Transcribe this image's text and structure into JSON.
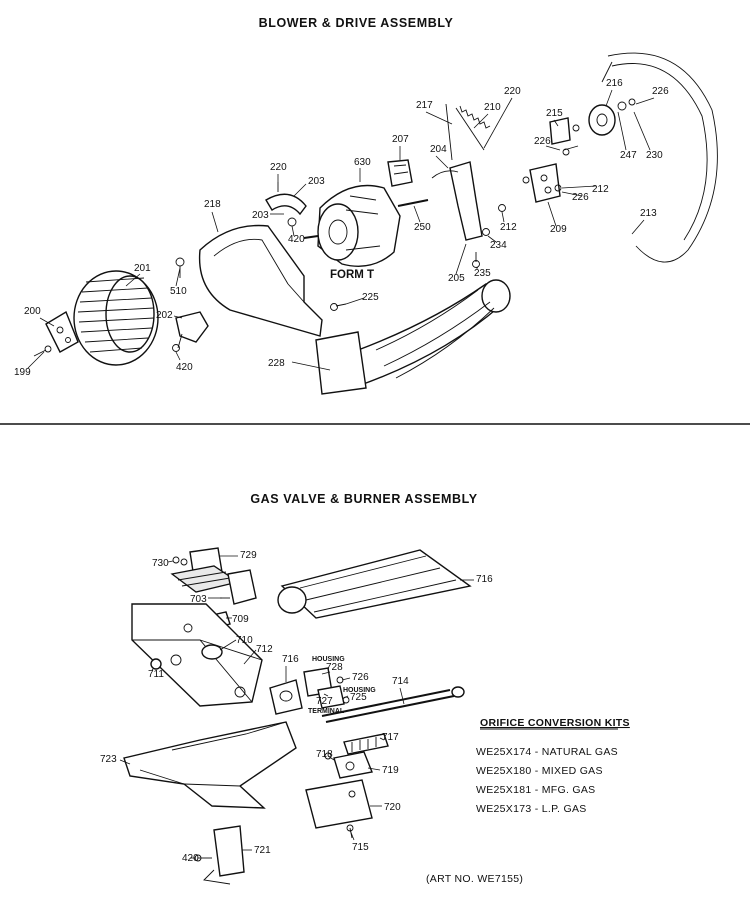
{
  "sections": {
    "blower_title": "BLOWER & DRIVE ASSEMBLY",
    "gas_title": "GAS VALVE & BURNER ASSEMBLY",
    "form_label": "FORM T"
  },
  "blower_parts": [
    "199",
    "200",
    "201",
    "202",
    "203",
    "203",
    "204",
    "205",
    "207",
    "209",
    "210",
    "212",
    "212",
    "213",
    "215",
    "216",
    "217",
    "218",
    "220",
    "220",
    "225",
    "226",
    "226",
    "226",
    "228",
    "230",
    "234",
    "235",
    "247",
    "250",
    "420",
    "420",
    "510",
    "630"
  ],
  "gas_parts": [
    "420",
    "703",
    "709",
    "710",
    "711",
    "712",
    "714",
    "715",
    "716",
    "716",
    "717",
    "718",
    "719",
    "720",
    "721",
    "723",
    "725",
    "726",
    "727",
    "728",
    "729",
    "730"
  ],
  "gas_annotations": {
    "housing_1": "HOUSING",
    "housing_2": "HOUSING",
    "terminal": "TERMINAL"
  },
  "orifice_kits": {
    "heading": "ORIFICE CONVERSION KITS",
    "items": [
      "WE25X174 - NATURAL GAS",
      "WE25X180 - MIXED GAS",
      "WE25X181 - MFG. GAS",
      "WE25X173 - L.P. GAS"
    ]
  },
  "art_number": "(ART NO. WE7155)"
}
